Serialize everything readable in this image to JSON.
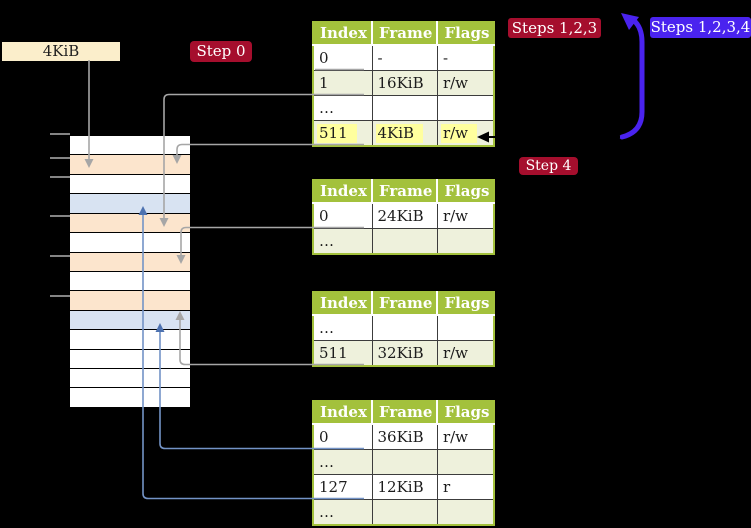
{
  "labels": {
    "page_size": "4KiB",
    "step0": "Step 0",
    "steps123": "Steps 1,2,3",
    "steps1234": "Steps 1,2,3,4",
    "step4": "Step 4"
  },
  "tables": [
    {
      "name": "table-1",
      "headers": [
        "Index",
        "Frame",
        "Flags"
      ],
      "rows": [
        {
          "cells": [
            "0",
            "-",
            "-"
          ],
          "highlighted": false
        },
        {
          "cells": [
            "1",
            "16KiB",
            "r/w"
          ],
          "highlighted": false
        },
        {
          "cells": [
            "…",
            "",
            ""
          ],
          "highlighted": false
        },
        {
          "cells": [
            "511",
            "4KiB",
            "r/w"
          ],
          "highlighted": true
        }
      ]
    },
    {
      "name": "table-2",
      "headers": [
        "Index",
        "Frame",
        "Flags"
      ],
      "rows": [
        {
          "cells": [
            "0",
            "24KiB",
            "r/w"
          ],
          "highlighted": false
        },
        {
          "cells": [
            "…",
            "",
            ""
          ],
          "highlighted": false
        }
      ]
    },
    {
      "name": "table-3",
      "headers": [
        "Index",
        "Frame",
        "Flags"
      ],
      "rows": [
        {
          "cells": [
            "…",
            "",
            ""
          ],
          "highlighted": false
        },
        {
          "cells": [
            "511",
            "32KiB",
            "r/w"
          ],
          "highlighted": false
        }
      ]
    },
    {
      "name": "table-4",
      "headers": [
        "Index",
        "Frame",
        "Flags"
      ],
      "rows": [
        {
          "cells": [
            "0",
            "36KiB",
            "r/w"
          ],
          "highlighted": false
        },
        {
          "cells": [
            "…",
            "",
            ""
          ],
          "highlighted": false
        },
        {
          "cells": [
            "127",
            "12KiB",
            "r"
          ],
          "highlighted": false
        },
        {
          "cells": [
            "…",
            "",
            ""
          ],
          "highlighted": false
        }
      ]
    }
  ],
  "memory_map": {
    "rows": [
      "c-white",
      "c-peach",
      "c-white",
      "c-blue",
      "c-peach",
      "c-white",
      "c-peach",
      "c-white",
      "c-peach",
      "c-blue",
      "c-white",
      "c-white",
      "c-white",
      "c-white"
    ]
  },
  "colors": {
    "table_header_green": "#a3c13c",
    "table_row_light_green": "#eef1dc",
    "memory_peach": "#fce5cd",
    "memory_blue": "#d8e3f2",
    "highlight_yellow": "#ffff9e",
    "badge_crimson": "#a50e2d",
    "badge_blue_violet": "#4a23ef",
    "arrow_gray": "#a6a6a6",
    "arrow_steel_blue": "#7393c6",
    "page_size_box_cream": "#fbeecb"
  }
}
